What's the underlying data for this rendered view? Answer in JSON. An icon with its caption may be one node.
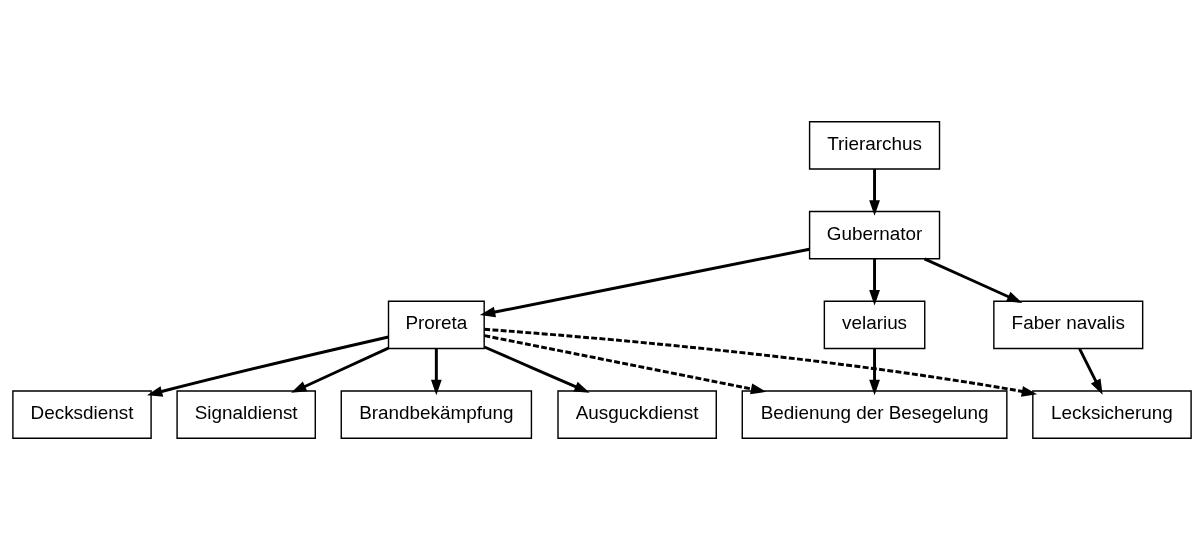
{
  "diagram": {
    "nodes": [
      {
        "text": [
          "Trierarchus"
        ]
      },
      {
        "text": [
          "Gubernator"
        ]
      },
      {
        "text": [
          "Proreta"
        ]
      },
      {
        "text": [
          "velarius"
        ]
      },
      {
        "text": [
          "Faber navalis"
        ]
      },
      {
        "text": [
          "Decksdienst"
        ]
      },
      {
        "text": [
          "Signaldienst"
        ]
      },
      {
        "text": [
          "Brandbekämpfung"
        ]
      },
      {
        "text": [
          "Ausguckdienst"
        ]
      },
      {
        "text": [
          "Bedienung der Besegelung"
        ]
      },
      {
        "text": [
          "Lecksicherung"
        ]
      }
    ],
    "edges": [
      {
        "from": 0,
        "to": 1,
        "arrow": "to"
      },
      {
        "from": 1,
        "to": 2,
        "arrow": "to"
      },
      {
        "from": 1,
        "to": 3,
        "arrow": "to"
      },
      {
        "from": 1,
        "to": 4,
        "arrow": "to"
      },
      {
        "from": 2,
        "to": 5,
        "arrow": "to"
      },
      {
        "from": 2,
        "to": 6,
        "arrow": "to"
      },
      {
        "from": 2,
        "to": 7,
        "arrow": "to"
      },
      {
        "from": 2,
        "to": 8,
        "arrow": "to"
      },
      {
        "from": 3,
        "to": 9,
        "arrow": "to"
      },
      {
        "from": 4,
        "to": 10,
        "arrow": "to"
      },
      {
        "from": 2,
        "to": 9,
        "arrow": "to",
        "style": "dashed"
      },
      {
        "from": 2,
        "to": 10,
        "arrow": "to",
        "style": "dashed"
      }
    ]
  }
}
